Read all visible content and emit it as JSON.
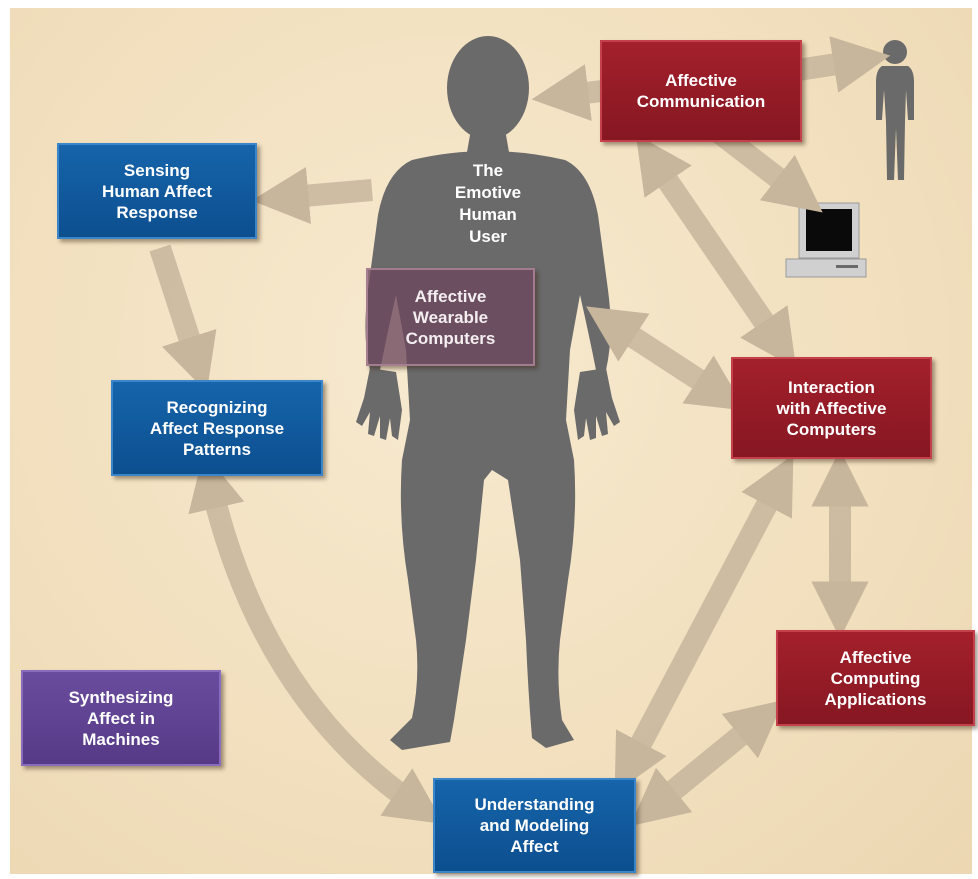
{
  "figure": {
    "center": {
      "label": "The\nEmotive\nHuman\nUser"
    },
    "boxes": {
      "sensing": {
        "label": "Sensing\nHuman Affect\nResponse",
        "color": "#1664ab"
      },
      "recognizing": {
        "label": "Recognizing\nAffect Response\nPatterns",
        "color": "#1664ab"
      },
      "synthesizing": {
        "label": "Synthesizing\nAffect in\nMachines",
        "color": "#6a4c9e"
      },
      "understanding": {
        "label": "Understanding\nand Modeling\nAffect",
        "color": "#1664ab"
      },
      "communication": {
        "label": "Affective\nCommunication",
        "color": "#a3202b"
      },
      "interaction": {
        "label": "Interaction\nwith Affective\nComputers",
        "color": "#a3202b"
      },
      "applications": {
        "label": "Affective\nComputing\nApplications",
        "color": "#a3202b"
      },
      "wearable": {
        "label": "Affective\nWearable\nComputers",
        "color": "#6c465c"
      }
    },
    "icons": [
      "human-silhouette-icon",
      "small-person-icon",
      "computer-icon"
    ],
    "arrow_color": "#c7b59c"
  }
}
